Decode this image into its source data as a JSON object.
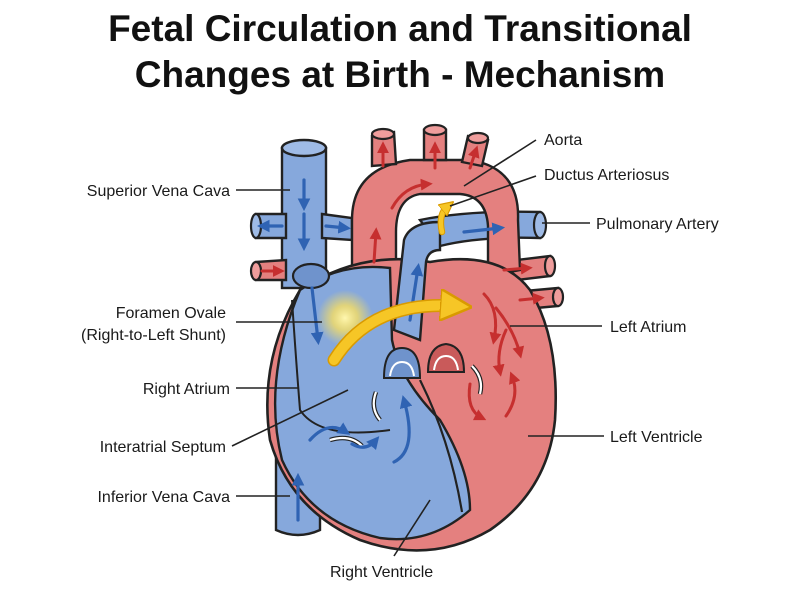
{
  "title": {
    "line1": "Fetal Circulation and Transitional",
    "line2": "Changes at Birth - Mechanism"
  },
  "labels": {
    "aorta": "Aorta",
    "ductus_arteriosus": "Ductus Arteriosus",
    "pulmonary_artery": "Pulmonary Artery",
    "left_atrium": "Left Atrium",
    "left_ventricle": "Left Ventricle",
    "right_ventricle": "Right Ventricle",
    "superior_vena_cava": "Superior Vena Cava",
    "foramen_ovale_line1": "Foramen Ovale",
    "foramen_ovale_line2": "(Right-to-Left Shunt)",
    "right_atrium": "Right Atrium",
    "interatrial_septum": "Interatrial Septum",
    "inferior_vena_cava": "Inferior Vena Cava"
  },
  "colors": {
    "deoxygenated_blue": "#86a8dc",
    "oxygenated_red": "#e4807f",
    "shunt_yellow": "#f6c626",
    "arrow_blue": "#2f63b3",
    "arrow_red": "#c62f2f",
    "outline": "#222222"
  }
}
